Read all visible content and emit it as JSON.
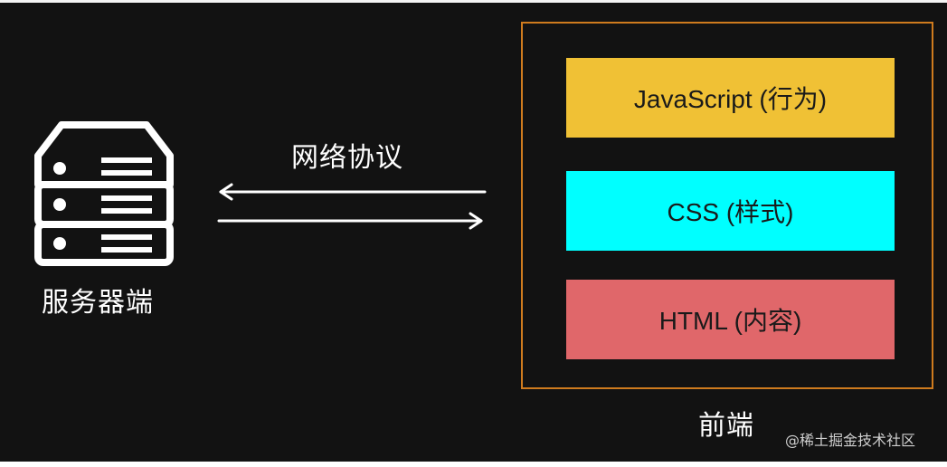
{
  "server": {
    "icon": "server-rack-icon",
    "label": "服务器端"
  },
  "connection": {
    "label": "网络协议",
    "icons": [
      "arrow-left-icon",
      "arrow-right-icon"
    ]
  },
  "frontend": {
    "label": "前端",
    "layers": [
      {
        "label": "JavaScript (行为)",
        "color": "#f0c135"
      },
      {
        "label": "CSS (样式)",
        "color": "#00ffff"
      },
      {
        "label": "HTML (内容)",
        "color": "#e0676a"
      }
    ],
    "border_color": "#cf7b1e"
  },
  "attribution": "@稀土掘金技术社区",
  "colors": {
    "background": "#121212",
    "text": "#ffffff"
  }
}
